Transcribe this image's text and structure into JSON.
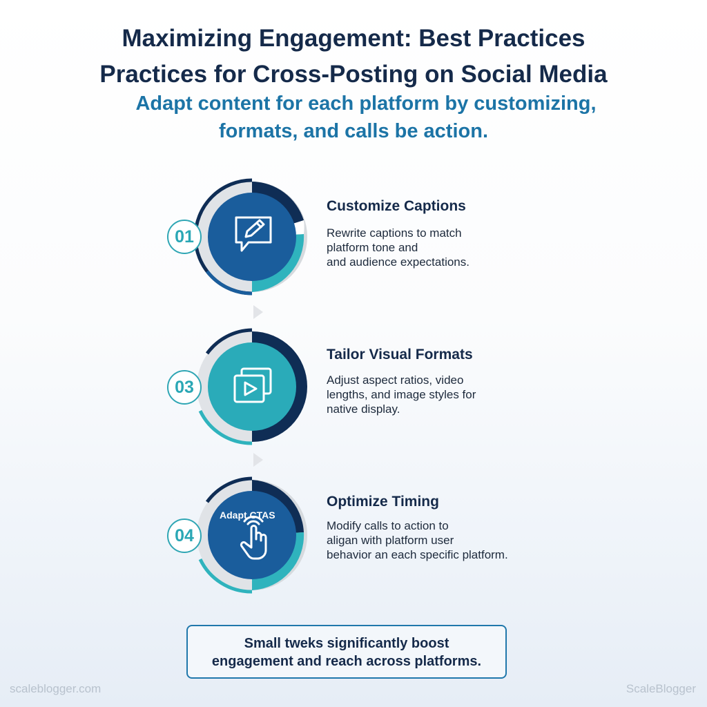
{
  "header": {
    "title_line1": "Maximizing Engagement: Best Practices",
    "title_line2": "Practices for Cross-Posting on Social Media",
    "subtitle_line1": "Adapt content for each platform by customizing,",
    "subtitle_line2": "formats, and calls be action."
  },
  "steps": [
    {
      "number": "01",
      "title": "Customize Captions",
      "desc": [
        "Rewrite captions to match",
        "platform tone and",
        "and audience expectations."
      ],
      "icon": "edit-speech-bubble-icon"
    },
    {
      "number": "03",
      "title": "Tailor Visual Formats",
      "desc": [
        "Adjust aspect ratios, video",
        "lengths, and image styles for",
        "native display."
      ],
      "icon": "video-play-icon"
    },
    {
      "number": "04",
      "title": "Optimize Timing",
      "desc": [
        "Modify calls to action to",
        "aligan with platform user",
        "behavior an each specific platform."
      ],
      "icon": "pointer-hand-icon",
      "icon_label": "Adapt CTAS"
    }
  ],
  "callout": {
    "line1": "Small tweks significantly boost",
    "line2": "engagement and reach across platforms."
  },
  "footer": {
    "left": "scaleblogger.com",
    "right": "ScaleBlogger"
  },
  "colors": {
    "navy": "#152a4a",
    "dark_blue": "#103a6b",
    "mid_blue": "#1a5d9c",
    "teal": "#2fb0bc",
    "ring_gray": "#dcdfe4"
  }
}
